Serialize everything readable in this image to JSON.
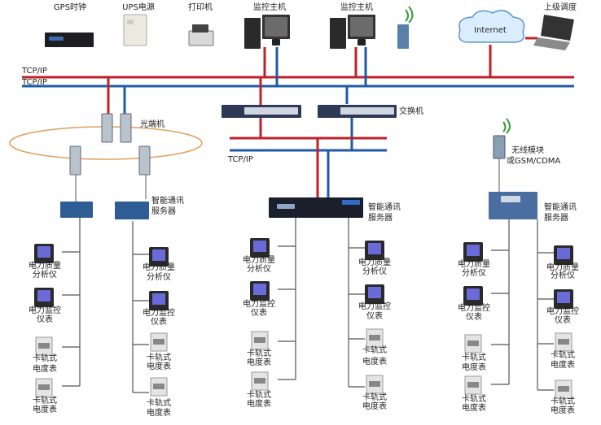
{
  "colors": {
    "red_bus": "#c0202a",
    "blue_bus": "#1f5aa8",
    "fiber_ring": "#e0a060",
    "wire": "#555555"
  },
  "top_devices": {
    "gps": "GPS时钟",
    "ups": "UPS电源",
    "printer": "打印机",
    "host1": "监控主机",
    "host2": "监控主机",
    "remote": "上级调度",
    "internet": "Internet"
  },
  "bus": {
    "label_red": "TCP/IP",
    "label_blue": "TCP/IP",
    "label_sub": "TCP/IP"
  },
  "labels": {
    "optical": "光端机",
    "switch": "交换机",
    "wireless_1": "无线模块",
    "wireless_2": "或GSM/CDMA",
    "server_1": "智能通讯",
    "server_2": "服务器"
  },
  "meter_columns": [
    {
      "meters": [
        [
          "电力质量",
          "分析仪"
        ],
        [
          "电力监控",
          "仪表"
        ],
        [
          "卡轨式",
          "电度表"
        ],
        [
          "卡轨式",
          "电度表"
        ]
      ]
    },
    {
      "meters": [
        [
          "电力质量",
          "分析仪"
        ],
        [
          "电力监控",
          "仪表"
        ],
        [
          "卡轨式",
          "电度表"
        ],
        [
          "卡轨式",
          "电度表"
        ]
      ]
    },
    {
      "meters": [
        [
          "电力质量",
          "分析仪"
        ],
        [
          "电力监控",
          "仪表"
        ],
        [
          "卡轨式",
          "电度表"
        ],
        [
          "卡轨式",
          "电度表"
        ]
      ]
    },
    {
      "meters": [
        [
          "电力质量",
          "分析仪"
        ],
        [
          "电力监控",
          "仪表"
        ],
        [
          "卡轨式",
          "电度表"
        ],
        [
          "卡轨式",
          "电度表"
        ]
      ]
    },
    {
      "meters": [
        [
          "电力质量",
          "分析仪"
        ],
        [
          "电力监控",
          "仪表"
        ],
        [
          "卡轨式",
          "电度表"
        ],
        [
          "卡轨式",
          "电度表"
        ]
      ]
    },
    {
      "meters": [
        [
          "电力质量",
          "分析仪"
        ],
        [
          "电力监控",
          "仪表"
        ],
        [
          "卡轨式",
          "电度表"
        ],
        [
          "卡轨式",
          "电度表"
        ]
      ]
    }
  ]
}
